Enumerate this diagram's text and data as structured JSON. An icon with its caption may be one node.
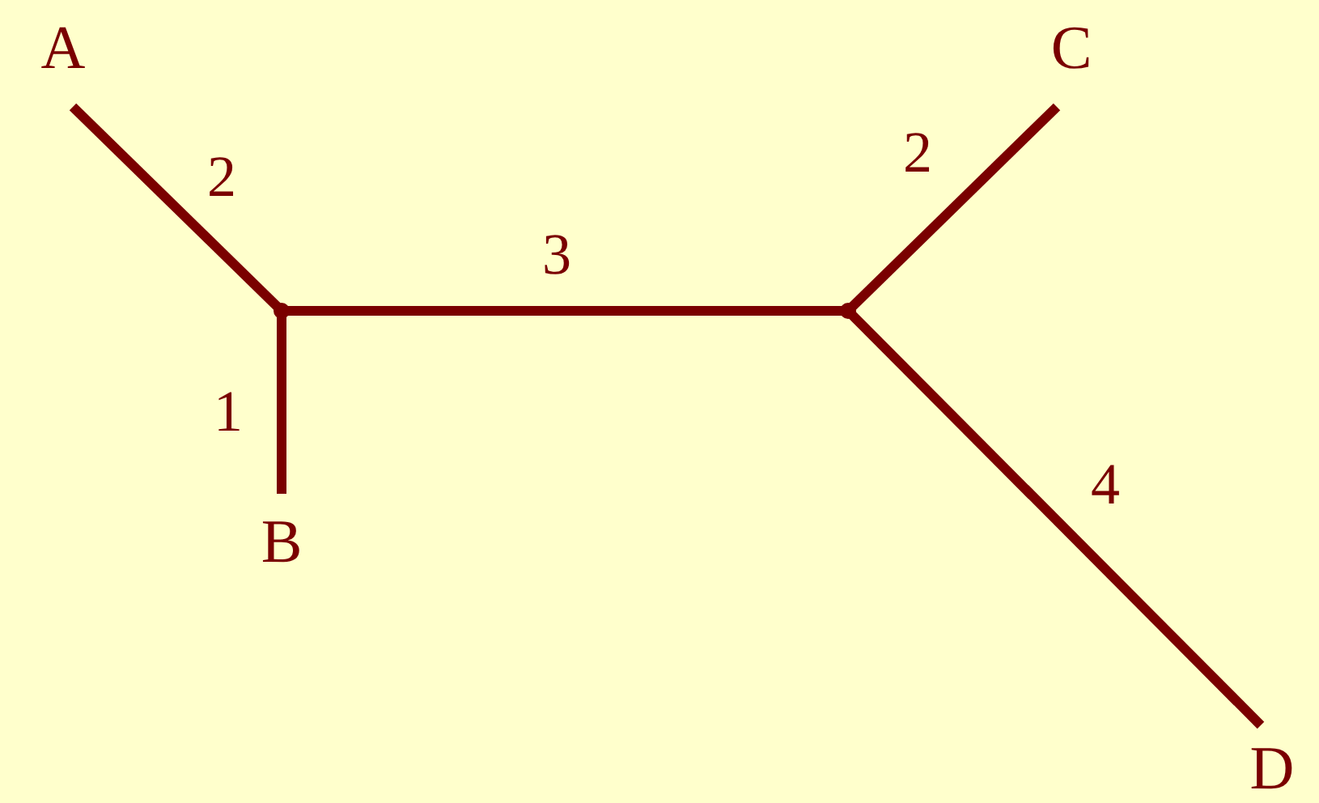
{
  "diagram": {
    "nodes": [
      {
        "text": [
          "A"
        ]
      },
      {
        "text": [
          "B"
        ]
      },
      {
        "text": [
          "C"
        ]
      },
      {
        "text": [
          "D"
        ]
      },
      {
        "text": [],
        "shape": "point"
      },
      {
        "text": [],
        "shape": "point"
      }
    ],
    "edges": [
      {
        "from": 0,
        "to": 4,
        "arrow": "none",
        "label": "2"
      },
      {
        "from": 4,
        "to": 1,
        "arrow": "none",
        "label": "1"
      },
      {
        "from": 4,
        "to": 5,
        "arrow": "none",
        "label": "3"
      },
      {
        "from": 5,
        "to": 2,
        "arrow": "none",
        "label": "2"
      },
      {
        "from": 5,
        "to": 3,
        "arrow": "none",
        "label": "4"
      }
    ]
  }
}
